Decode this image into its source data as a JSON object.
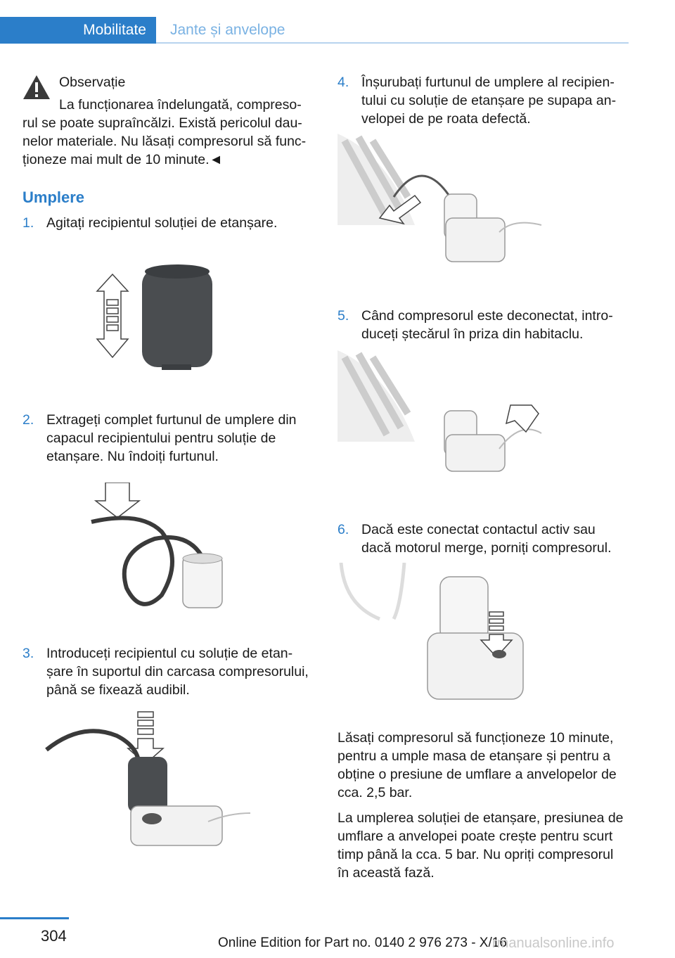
{
  "header": {
    "section": "Mobilitate",
    "subsection": "Jante și anvelope"
  },
  "note": {
    "icon": "warning-triangle-icon",
    "title": "Observație",
    "text_first": "La funcționarea îndelungată, compreso-",
    "text_rest_1": "rul se poate supraîncălzi. Există pericolul dau-",
    "text_rest_2": "nelor materiale. Nu lăsați compresorul să func-",
    "text_rest_3": "ționeze mai mult de 10 minute.◄"
  },
  "section_heading": "Umplere",
  "steps": [
    {
      "num": "1.",
      "lines": [
        "Agitați recipientul soluției de etanșare."
      ]
    },
    {
      "num": "2.",
      "lines": [
        "Extrageți complet furtunul de umplere din",
        "capacul recipientului pentru soluție de",
        "etanșare. Nu îndoiți furtunul."
      ]
    },
    {
      "num": "3.",
      "lines": [
        "Introduceți recipientul cu soluție de etan-",
        "șare în suportul din carcasa compresorului,",
        "până se fixează audibil."
      ]
    },
    {
      "num": "4.",
      "lines": [
        "Înșurubați furtunul de umplere al recipien-",
        "tului cu soluție de etanșare pe supapa an-",
        "velopei de pe roata defectă."
      ]
    },
    {
      "num": "5.",
      "lines": [
        "Când compresorul este deconectat, intro-",
        "duceți ștecărul în priza din habitaclu."
      ]
    },
    {
      "num": "6.",
      "lines": [
        "Dacă este conectat contactul activ sau",
        "dacă motorul merge, porniți compresorul."
      ]
    }
  ],
  "paragraphs": [
    [
      "Lăsați compresorul să funcționeze 10 minute,",
      "pentru a umple masa de etanșare și pentru a",
      "obține o presiune de umflare a anvelopelor de",
      "cca. 2,5 bar."
    ],
    [
      "La umplerea soluției de etanșare, presiunea de",
      "umflare a anvelopei poate crește pentru scurt",
      "timp până la cca. 5 bar. Nu opriți compresorul",
      "în această fază."
    ]
  ],
  "footer": {
    "page_number": "304",
    "edition": "Online Edition for Part no. 0140 2 976 273 - X/16",
    "watermark": "rmanualsonline.info"
  }
}
